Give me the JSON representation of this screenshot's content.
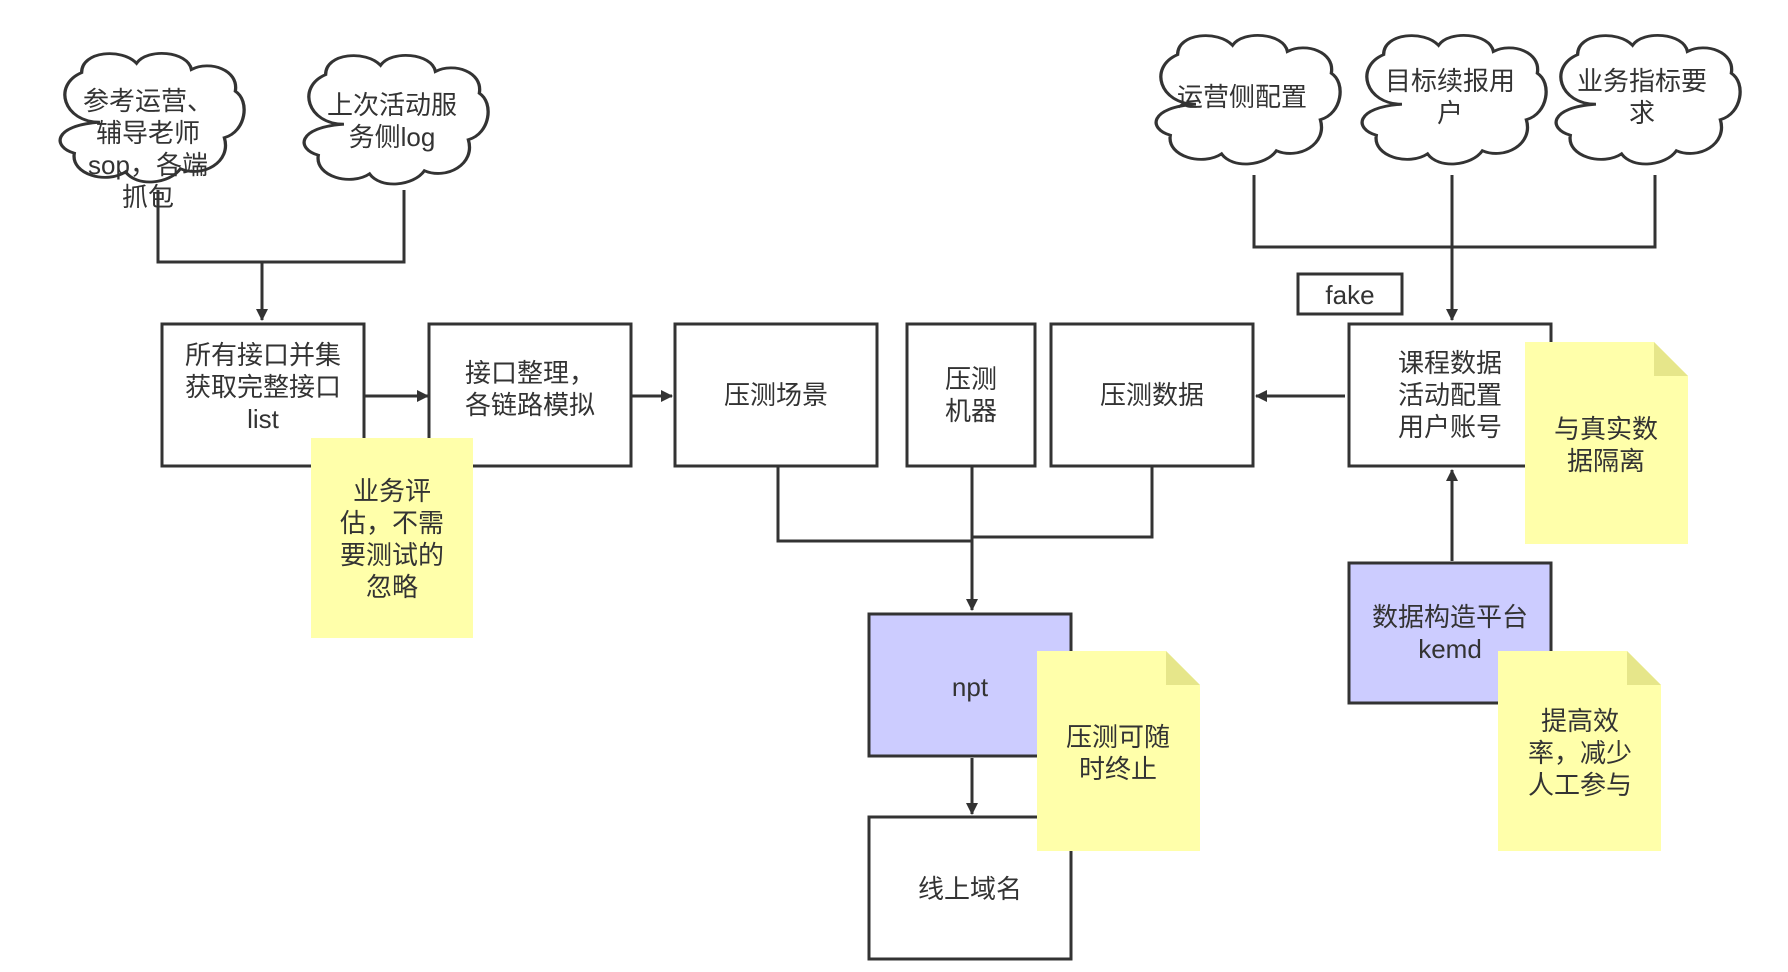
{
  "colors": {
    "stroke": "#333333",
    "box_fill": "#ffffff",
    "tool_fill": "#ccccff",
    "note_fill": "#ffffaa",
    "note_fold": "#e6e68a",
    "text": "#333333"
  },
  "clouds": {
    "sources_ops": "参考运营、\n辅导老师\nsop，各端\n抓包",
    "activity_log": "上次活动服\n务侧log",
    "ops_config": "运营侧配置",
    "target_users": "目标续报用\n户",
    "business_metrics": "业务指标要\n求"
  },
  "boxes": {
    "all_apis": "所有接口并集\n获取完整接口\nlist",
    "api_organize": "接口整理，\n各链路模拟",
    "scenario": "压测场景",
    "machines": "压测\n机器",
    "test_data": "压测数据",
    "course_data": "课程数据\n活动配置\n用户账号",
    "npt": "npt",
    "online_domain": "线上域名",
    "data_platform": "数据构造平台\nkemd"
  },
  "labels": {
    "fake": "fake"
  },
  "notes": {
    "business_eval": "业务评\n估，不需\n要测试的\n忽略",
    "isolation": "与真实数\n据隔离",
    "stoppable": "压测可随\n时终止",
    "efficiency": "提高效\n率，减少\n人工参与"
  }
}
